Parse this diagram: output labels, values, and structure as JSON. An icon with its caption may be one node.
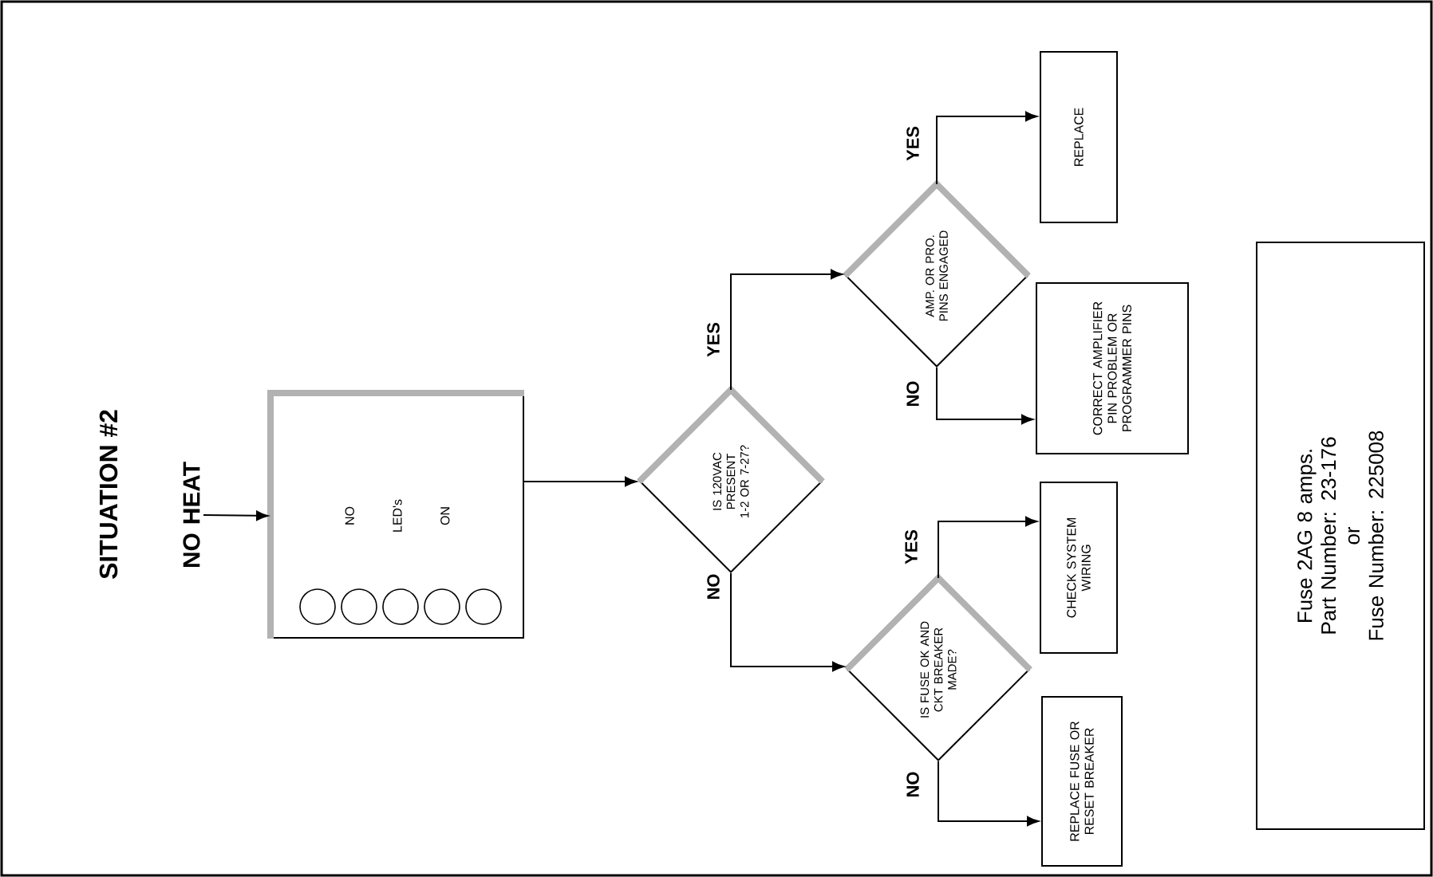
{
  "diagram": {
    "title": "SITUATION #2",
    "nodes": [
      {
        "text": [
          "NO HEAT"
        ]
      },
      {
        "text": [
          "NO LED's ON"
        ]
      },
      {
        "text": [
          "IS 120VAC PRESENT 1-2 OR 7-27?"
        ]
      },
      {
        "text": [
          "AMP. OR PRO. PINS ENGAGED"
        ]
      },
      {
        "text": [
          "IS FUSE OK AND CKT BREAKER MADE?"
        ]
      },
      {
        "text": [
          "REPLACE"
        ]
      },
      {
        "text": [
          "CORRECT AMPLIFIER PIN PROBLEM OR PROGRAMMER PINS"
        ]
      },
      {
        "text": [
          "CHECK SYSTEM WIRING"
        ]
      },
      {
        "text": [
          "REPLACE FUSE OR RESET BREAKER"
        ]
      },
      {
        "text": [
          "Fuse 2AG 8 amps.",
          "Part Number: 23-176",
          "or",
          "Fuse Number: 225008"
        ]
      }
    ],
    "edges": [
      {
        "from": 0,
        "to": 1,
        "arrow": "to"
      },
      {
        "from": 1,
        "to": 2,
        "arrow": "to"
      },
      {
        "from": 2,
        "to": 3,
        "arrow": "to",
        "label": "YES"
      },
      {
        "from": 2,
        "to": 4,
        "arrow": "to",
        "label": "NO"
      },
      {
        "from": 3,
        "to": 5,
        "arrow": "to",
        "label": "YES"
      },
      {
        "from": 3,
        "to": 6,
        "arrow": "to",
        "label": "NO"
      },
      {
        "from": 4,
        "to": 7,
        "arrow": "to",
        "label": "YES"
      },
      {
        "from": 4,
        "to": 8,
        "arrow": "to",
        "label": "NO"
      }
    ]
  }
}
